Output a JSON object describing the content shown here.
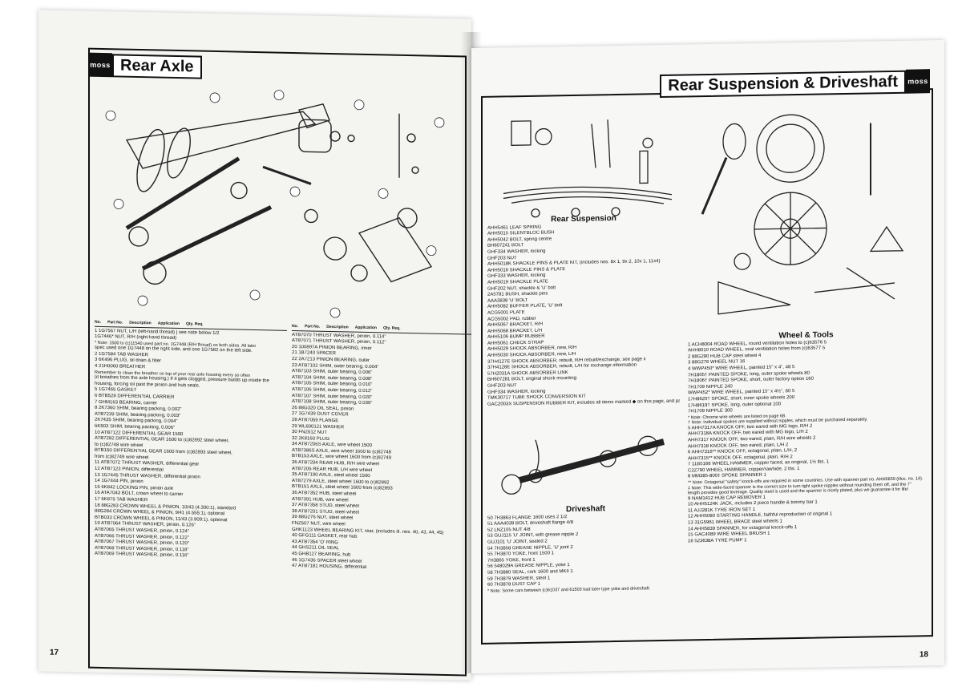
{
  "left_page": {
    "logo": "moss",
    "title": "Rear Axle",
    "page_number": "17",
    "table_headers": [
      "No.",
      "Part No.",
      "Description",
      "Application",
      "Qty. Req."
    ],
    "col1": [
      "1   1G7567  NUT, L/H (left-hand thread)  ] see note below  1/2",
      "    1G7446* NUT, R/H (right-hand thread)",
      "* Note: 1500 to (c)11540 used part no. 1G7448 (R/H thread) on both sides. All later",
      "spec used one 1G7448 on the right side, and one 1G7582 on the left side.",
      "2   1G7584   TAB WASHER",
      "3   6K496    PLUG, oil drain & filler",
      "4   21H0060  BREATHER",
      "Remember to clean the breather on top of your rear axle housing every so often",
      "(it breathes from the axle housing.) If it gets clogged, pressure builds up inside the",
      "housing, forcing oil past the pinion and hub seals.",
      "5   1G7465   GASKET",
      "6   BTB528   DIFFERENTIAL CARRIER",
      "7   GHM163   BEARING, carrier",
      "8   2K7360   SHIM, bearing packing, 0.002\"",
      "    ATB7239  SHIM, bearing packing, 0.003\"",
      "    2K7435   SHIM, bearing packing, 0.004\"",
      "    6K503    SHIM, bearing packing, 0.006\"",
      "10  ATB7122  DIFFERENTIAL GEAR   1500",
      "    ATB7282  DIFFERENTIAL GEAR   1600 to (c)82892 steel wheel,",
      "                                 to (c)82748 wire wheel",
      "    BTB150   DIFFERENTIAL GEAR   1600 from (c)82893 steel wheel,",
      "                                 from (c)82749 wire wheel",
      "11  ATB7072  THRUST WASHER, differential gear",
      "12  ATB7123  PINION, differential",
      "13  1G7445   THRUST WASHER, differential pinion",
      "14  1G7444   PIN, pinion",
      "15  6K842    LOCKING PIN, pinion axle",
      "16  ATA7043  BOLT, crown wheel to carrier",
      "17  6K875    TAB WASHER",
      "18  88G283   CROWN WHEEL & PINION, 10/43 (4.300:1), standard",
      "    88G284   CROWN WHEEL & PINION, 9/41 (4.555:1), optional",
      "    BTB033   CROWN WHEEL & PINION, 11/43 (3.909:1), optional",
      "19  ATB7064  THRUST WASHER, pinion, 0.126\"",
      "    ATB7065  THRUST WASHER, pinion, 0.124\"",
      "    ATB7066  THRUST WASHER, pinion, 0.122\"",
      "    ATB7067  THRUST WASHER, pinion, 0.120\"",
      "    ATB7068  THRUST WASHER, pinion, 0.118\"",
      "    ATB7069  THRUST WASHER, pinion, 0.116\""
    ],
    "col2": [
      "    ATB7070  THRUST WASHER, pinion, 0.114\"",
      "    ATB7071  THRUST WASHER, pinion, 0.112\"",
      "20  100897A  PINION BEARING, inner",
      "21  1B7240   SPACER",
      "22  2A7213   PINION BEARING, outer",
      "23  ATB7102  SHIM, outer bearing, 0.004\"",
      "    ATB7103  SHIM, outer bearing, 0.006\"",
      "    ATB7104  SHIM, outer bearing, 0.008\"",
      "    ATB7105  SHIM, outer bearing, 0.010\"",
      "    ATB7106  SHIM, outer bearing, 0.012\"",
      "    ATB7107  SHIM, outer bearing, 0.020\"",
      "    ATB7108  SHIM, outer bearing, 0.030\"",
      "26  88G320   OIL SEAL, pinion",
      "27  1G7439   DUST COVER",
      "28  ATB7059  FLANGE",
      "29  WL600121 WASHER",
      "30  FNZ612   NUT",
      "32  2K8160   PLUG",
      "34  ATB7206S AXLE, wire wheel   1500",
      "    ATB7386S AXLE, wire wheel   1600 to (c)82748",
      "    BTB153   AXLE, wire wheel   1600 from (c)82749",
      "36  ATB7204  REAR HUB, R/H wire wheel",
      "    ATB7205  REAR HUB, L/H wire wheel",
      "35  ATB7190  AXLE, steel wheel   1500",
      "    ATB7279  AXLE, steel wheel   1600 to (c)82892",
      "    BTB151   AXLE, steel wheel   1600 from (c)82893",
      "36  ATB7352  HUB, steel wheel",
      "    ATB7391  HUB, wire wheel",
      "37  ATB7358  STUD, steel wheel",
      "38  ATB7201  STUD, steel wheel",
      "39  88G276   NUT, steel wheel",
      "    FNZ507   NUT, wire wheel",
      "GHK1123  WHEEL BEARING KIT, rear, (includes ill. nos. 40, 43, 44, 45)",
      "40  GFG111   GASKET, rear hub",
      "43  ATB7354  'O' RING",
      "44  GHS211   OIL SEAL",
      "45  GHB127   BEARING, hub",
      "46  1G7436   SPACER   steel wheel",
      "47  ATB7181  HOUSING, differential"
    ]
  },
  "right_page": {
    "logo": "moss",
    "title": "Rear Suspension & Driveshaft",
    "page_number": "18",
    "rear_suspension_heading": "Rear Suspension",
    "driveshaft_heading": "Driveshaft",
    "wheel_heading": "Wheel & Tools",
    "suspension_rows": [
      "AHH5461  LEAF SPRING",
      "AHH5015  SILENTBLOC BUSH",
      "AHH5042  BOLT, spring centre",
      "BH607241 BOLT",
      "GHF334   WASHER, locking",
      "GHF203   NUT",
      "AHH5018K SHACKLE PINS & PLATE KIT, (includes nos. 8x 1, 9x 2, 10x 1, 11x4)",
      "AHH5016  SHACKLE PINS & PLATE",
      "GHF333   WASHER, locking",
      "AHH5019  SHACKLE PLATE",
      "GHF202   NUT, shackle & 'U' bolt",
      "2A5781   BUSH, shackle pins",
      "AAA3838  'U' BOLT",
      "AHH5082  BUFFER PLATE, 'U' bolt",
      "ACG5001  PLATE",
      "ACG5002  PAD, rubber",
      "AHH5067  BRACKET, R/H",
      "AHH5068  BRACKET, L/H",
      "AHH5106  BUMP RUBBER",
      "AHH5061  CHECK STRAP",
      "AHH5029  SHOCK ABSORBER, new, R/H",
      "AHH5030  SHOCK ABSORBER, new, L/H",
      "37H4127E SHOCK ABSORBER, rebuilt, R/H  rebuilt/exchange, see page ii",
      "37H4128E SHOCK ABSORBER, rebuilt, L/H  for exchange information",
      "57H2031A SHOCK ABSORBER LINK",
      "BH607281 BOLT, original shock mounting",
      "GHF203   NUT",
      "GHF334   WASHER, locking",
      "TMK30717 TUBE SHOCK CONVERSION KIT",
      "GAC2003X SUSPENSION RUBBER KIT, includes all items marked ◆ on this page, and page 20."
    ],
    "driveshaft_rows": [
      "50  7H3863   FLANGE                1600 uses 2  1/2",
      "51  AAA4039  BOLT, driveshaft flange          4/8",
      "52  LNZ105   NUT                              4/8",
      "53  GUJ115   'U' JOINT, with grease nipple    2",
      "    GUJ101   'U' JOINT, sealed                2",
      "54  7H3858   GREASE NIPPLE, 'U' joint         2",
      "55  7H3870   YOKE, front       1500           1",
      "    7H3865   YOKE, front                      1",
      "56  548029A  GREASE NIPPLE, yoke              1",
      "58  7H3880   SEAL, cork        1600 and MKII  1",
      "59  7H3879   WASHER, steel                    1",
      "60  7H3878   DUST CAP                         1",
      "* Note: Some cars between (c)61037 and 61503 had later type yoke and driveshaft."
    ],
    "wheel_rows": [
      "1  ACH8004  ROAD WHEEL, round ventilation holes  to (c)63576  5",
      "   AHH8010  ROAD WHEEL, oval ventilation holes  from (c)63577  5",
      "2  88G290   HUB CAP   steel wheel  4",
      "3  88G276   WHEEL NUT  16",
      "4  WWP450*  WIRE WHEEL, painted   15\" x 4\", 48  5",
      "   7H1805†  PAINTED SPOKE, long, outer  spoke wheels  80",
      "   7H1806†  PAINTED SPOKE, short, outer  factory option  160",
      "   7H1709   NIPPLE  240",
      "   WWP452*  WIRE WHEEL, painted   15\" x 4½\", 60  5",
      "   17H8620† SPOKE, short, inner  spoke wheels  200",
      "   17H8619† SPOKE, long, outer  optional  100",
      "   7H1709   NIPPLE  300",
      "* Note: Chrome wire wheels are listed on page 68.",
      "† Note: Individual spokes are supplied without nipples, which must be purchased separately.",
      "5  AHH7317A KNOCK OFF, two eared with MG logo, R/H  2",
      "   AHH7318A KNOCK OFF, two eared with MG logo, L/H  2",
      "   AHH7317  KNOCK OFF, two eared, plain, R/H  wire wheels  2",
      "   AHH7318  KNOCK OFF, two eared, plain, L/H  2",
      "6  AHH7316** KNOCK OFF, octagonal, plain, L/H,  2",
      "   AHH7315** KNOCK OFF, octagonal, plain, R/H  2",
      "7  11B5166  WHEEL HAMMER, copper faced, as original, 1½ lbs.  1",
      "   C2Z790   WHEEL HAMMER, copper/rawhide, 2 lbs.  1",
      "8  MM385-800‡ SPOKE SPANNER  1",
      "** Note: Octagonal \"safety\" knock-offs are required in some countries. Use with spanner part no. AHH5839 (illus. no. 14).",
      "‡ Note: This wide-faced spanner is the correct size to turn tight spoke nipples without rounding them off, and the 7\" length provides good leverage. Quality steel is used and the spanner is nicely plated, plus we guarantee it for life!",
      "9  NAM1412  HUB CAP REMOVER  1",
      "10 AHH5124K JACK, includes 2 piece handle & tommy bar  1",
      "11 AJJ281K  TYRE IRON SET  1",
      "12 AHH5080  STARTING HANDLE, faithful reproduction of original  1",
      "13 31G5961  WHEEL BRACE   steel wheels  1",
      "14 AHH5839  SPANNER, for octagonal knock-offs  1",
      "15 GAC4089  WIRE WHEEL BRUSH  1",
      "16 523638A  TYRE PUMP  1"
    ]
  }
}
